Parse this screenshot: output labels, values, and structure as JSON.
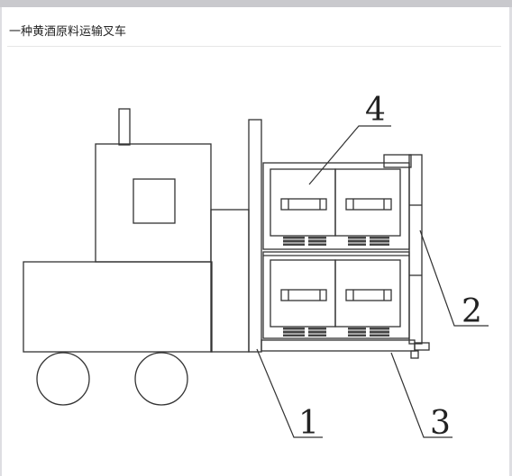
{
  "page": {
    "title": "一种黄酒原料运输叉车"
  },
  "figure": {
    "callouts": [
      "1",
      "2",
      "3",
      "4"
    ]
  }
}
